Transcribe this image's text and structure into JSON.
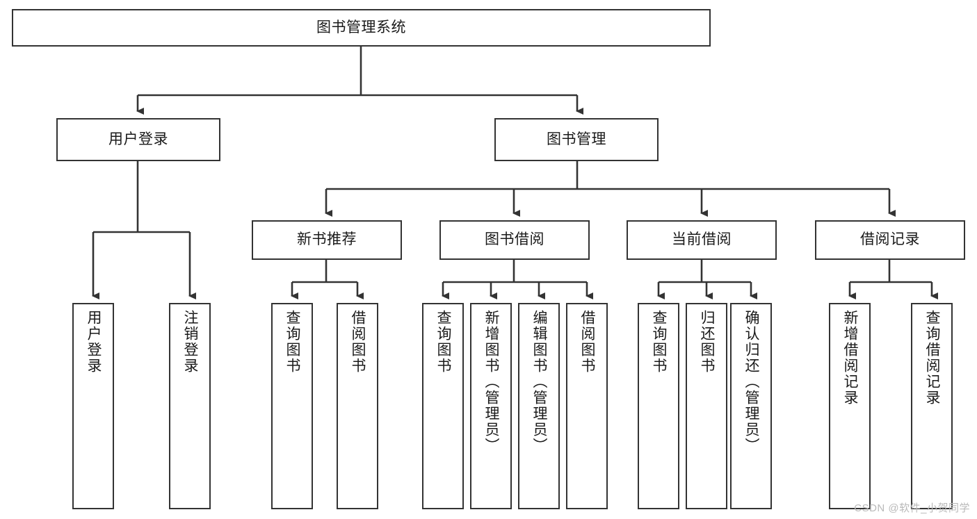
{
  "diagram": {
    "title": "图书管理系统",
    "type": "tree-hierarchy-diagram",
    "colors": {
      "box_border": "#333333",
      "box_fill": "#ffffff",
      "connector": "#333333",
      "text": "#1a1a1a",
      "watermark": "#b9b9b9",
      "background": "#ffffff"
    },
    "root": {
      "label": "图书管理系统"
    },
    "level2": [
      {
        "id": "user-login",
        "label": "用户登录"
      },
      {
        "id": "book-manage",
        "label": "图书管理"
      }
    ],
    "level3": [
      {
        "id": "new-book-recommend",
        "label": "新书推荐"
      },
      {
        "id": "book-borrow",
        "label": "图书借阅"
      },
      {
        "id": "current-borrow",
        "label": "当前借阅"
      },
      {
        "id": "borrow-record",
        "label": "借阅记录"
      }
    ],
    "leaves": {
      "user_login": [
        {
          "id": "leaf-user-login",
          "label": "用户登录"
        },
        {
          "id": "leaf-logout-login",
          "label": "注销登录"
        }
      ],
      "new_book_recommend": [
        {
          "id": "leaf-query-book-1",
          "label": "查询图书"
        },
        {
          "id": "leaf-borrow-book-1",
          "label": "借阅图书"
        }
      ],
      "book_borrow": [
        {
          "id": "leaf-query-book-2",
          "label": "查询图书"
        },
        {
          "id": "leaf-add-book",
          "label": "新增图书（管理员）"
        },
        {
          "id": "leaf-edit-book",
          "label": "编辑图书（管理员）"
        },
        {
          "id": "leaf-borrow-book-2",
          "label": "借阅图书"
        }
      ],
      "current_borrow": [
        {
          "id": "leaf-query-book-3",
          "label": "查询图书"
        },
        {
          "id": "leaf-return-book",
          "label": "归还图书"
        },
        {
          "id": "leaf-confirm-return",
          "label": "确认归还（管理员）"
        }
      ],
      "borrow_record": [
        {
          "id": "leaf-add-record",
          "label": "新增借阅记录"
        },
        {
          "id": "leaf-query-record",
          "label": "查询借阅记录"
        }
      ]
    }
  },
  "watermark": {
    "text": "CSDN @软件_小贺同学"
  }
}
